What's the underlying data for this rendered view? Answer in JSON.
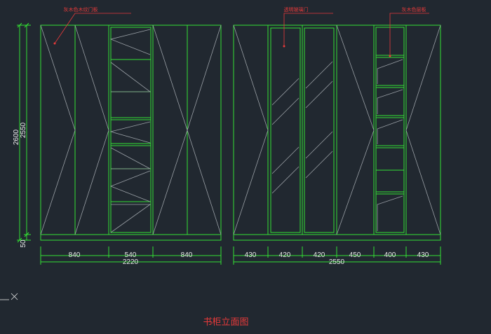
{
  "drawing": {
    "title": "书柜立面图",
    "colors": {
      "background": "#212830",
      "outline": "#33e033",
      "hinge_lines": "#9aa0a6",
      "dimension": "#e8e8e8",
      "annotation": "#e83a3a"
    },
    "annotations": {
      "left_door": "灰木色木纹门板",
      "glass_door": "透明玻璃门",
      "shelf": "灰木色层板"
    },
    "left_cabinet": {
      "height_overall": "2600",
      "height_body": "2550",
      "base_height": "50",
      "widths": [
        "840",
        "540",
        "840"
      ],
      "total_width": "2220"
    },
    "right_cabinet": {
      "widths": [
        "430",
        "420",
        "420",
        "450",
        "400",
        "430"
      ],
      "total_width": "2550"
    },
    "ucs_icon": "ucs-axis-icon"
  }
}
